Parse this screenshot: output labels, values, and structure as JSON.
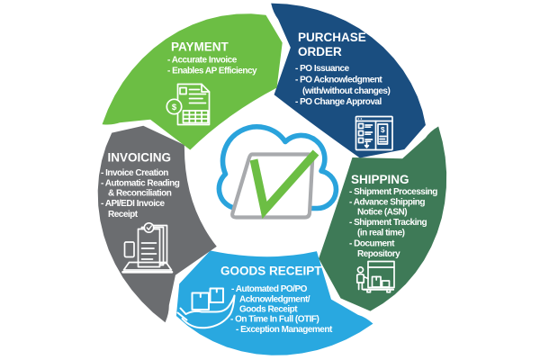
{
  "diagram": {
    "name": "procure-to-pay-cycle",
    "background": "#ffffff",
    "flow": "clockwise",
    "glyphs": {
      "dollar": "$"
    },
    "center": {
      "icon": "cloud-document-checkmark",
      "cloud_color": "#2AA3DC",
      "tablet_color": "#A8AAAD",
      "check_color": "#6CBE44"
    },
    "segments": [
      {
        "name": "purchase-order",
        "title_lines": [
          "PURCHASE",
          "ORDER"
        ],
        "color": "#1A4E80",
        "icon": "order-form-icon",
        "lines": [
          "- PO Issuance",
          "- PO Acknowledgment",
          "(with/without changes)",
          "- PO Change Approval"
        ]
      },
      {
        "name": "shipping",
        "title": "SHIPPING",
        "color": "#3E7A57",
        "icon": "delivery-loading-icon",
        "lines": [
          "- Shipment Processing",
          "- Advance Shipping",
          "Notice (ASN)",
          "- Shipment Tracking",
          "(in real time)",
          "- Document",
          "Repository"
        ]
      },
      {
        "name": "goods-receipt",
        "title": "GOODS RECEIPT",
        "color": "#29A8E0",
        "icon": "hand-holding-boxes-icon",
        "lines": [
          "- Automated PO/PO",
          "Acknowledgment/",
          "Goods Receipt",
          "- On Time In Full (OTIF)",
          "- Exception Management"
        ]
      },
      {
        "name": "invoicing",
        "title": "INVOICING",
        "color": "#6B6D70",
        "icon": "laptop-invoice-icon",
        "lines": [
          "- Invoice Creation",
          "- Automatic Reading",
          "& Reconciliation",
          "- API/EDI Invoice",
          "Receipt"
        ]
      },
      {
        "name": "payment",
        "title": "PAYMENT",
        "color": "#6CBE44",
        "icon": "invoice-dollar-icon",
        "lines": [
          "- Accurate Invoice",
          "- Enables AP Efficiency"
        ]
      }
    ]
  }
}
